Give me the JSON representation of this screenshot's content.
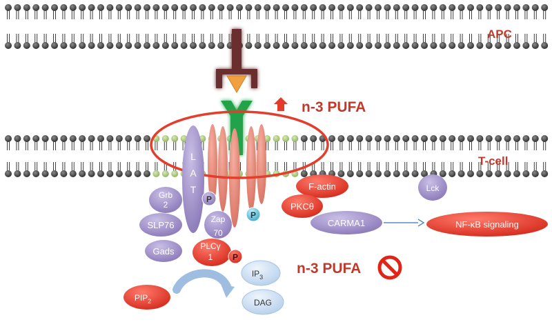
{
  "labels": {
    "apc": "APC",
    "tcell": "T-cell",
    "pufa_up": "n-3 PUFA",
    "pufa_block": "n-3 PUFA",
    "lat": [
      "L",
      "A",
      "T"
    ],
    "p": "P",
    "grb2": [
      "Grb",
      "2"
    ],
    "slp76": "SLP76",
    "gads": "Gads",
    "zap70": [
      "Zap",
      "70"
    ],
    "plcg1": [
      "PLCγ",
      "1"
    ],
    "ip3": "IP",
    "ip3_sub": "3",
    "dag": "DAG",
    "pip2": "PIP",
    "pip2_sub": "2",
    "factin": "F-actin",
    "pkc": "PKCθ",
    "carma1": "CARMA1",
    "nfkb": "NF-κB signaling",
    "lck": "Lck"
  },
  "colors": {
    "label_red": "#c0392b",
    "lipid_head": "#3c3c3c",
    "raft_head": "#a9c77c",
    "receptor_brown": "#6b2d2d",
    "antigen_orange": "#f0a040",
    "tcr_green": "#22a34a",
    "raft_outline": "#e23d2d",
    "signaling_purple": "#9c8ac6",
    "signaling_red": "#e23b2b",
    "phospho_blue": "#5ec6e0",
    "messenger_blue": "#c9ddf2",
    "arrow_blue": "#5a8ac0"
  },
  "icons": {
    "up_arrow": "up-arrow-icon",
    "prohibition": "prohibition-icon"
  }
}
